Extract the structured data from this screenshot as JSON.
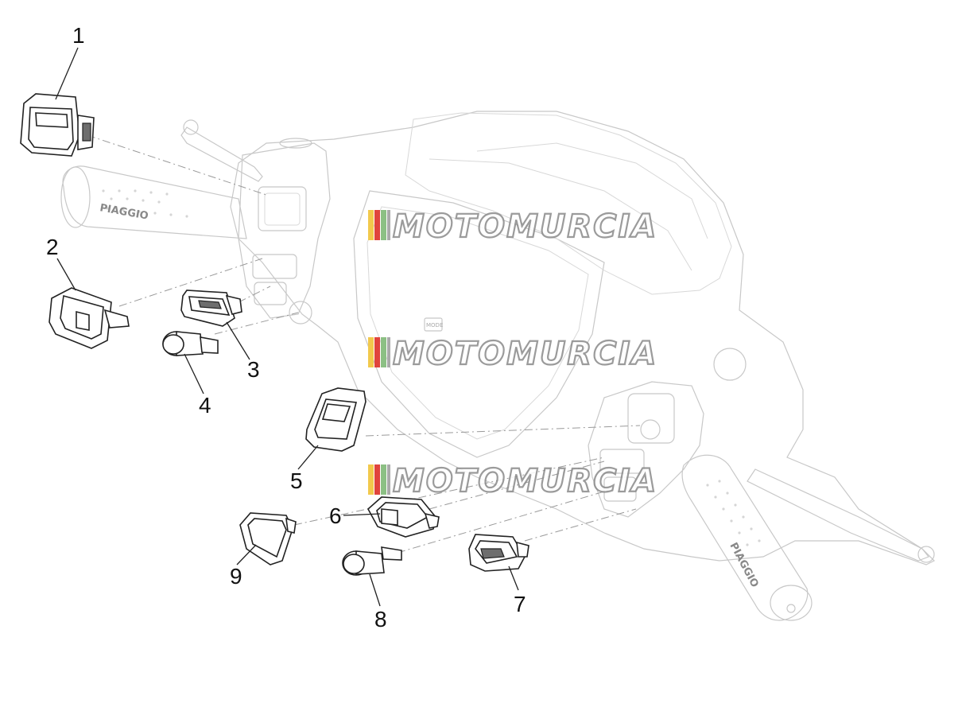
{
  "diagram": {
    "callouts": [
      "1",
      "2",
      "3",
      "4",
      "5",
      "6",
      "7",
      "8",
      "9"
    ],
    "watermarks": [
      "MOTOMURCIA",
      "MOTOMURCIA",
      "MOTOMURCIA"
    ],
    "grip_brand_left": "PIAGGIO",
    "grip_brand_right": "PIAGGIO",
    "display_button_label": "MODE",
    "watermark_stripe_colors": [
      "#f2c94c",
      "#e0443c",
      "#8cc084",
      "#aaaaaa"
    ]
  }
}
